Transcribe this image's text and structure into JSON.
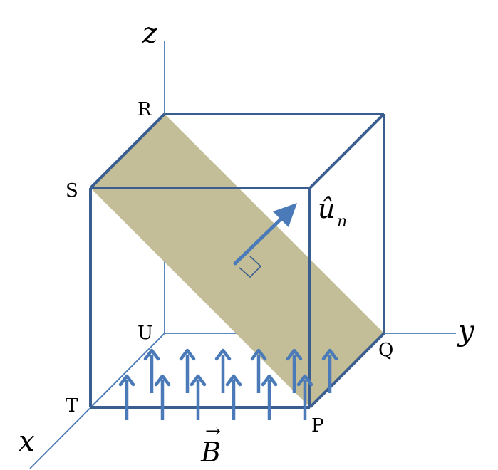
{
  "axes": {
    "x": "x",
    "y": "y",
    "z": "z"
  },
  "vertices": {
    "P": "P",
    "Q": "Q",
    "R": "R",
    "S": "S",
    "T": "T",
    "U": "U"
  },
  "normal_vector": {
    "symbol": "û",
    "subscript": "n"
  },
  "field_vector": {
    "symbol": "B",
    "arrow": "→"
  },
  "field_arrow_count": 12,
  "colors": {
    "axis": "#4a7ab8",
    "cube_edge": "#3a5e8f",
    "plane_fill": "#c4be98",
    "field_arrow": "#4a7ab8",
    "normal_arrow": "#4a7ab8"
  }
}
